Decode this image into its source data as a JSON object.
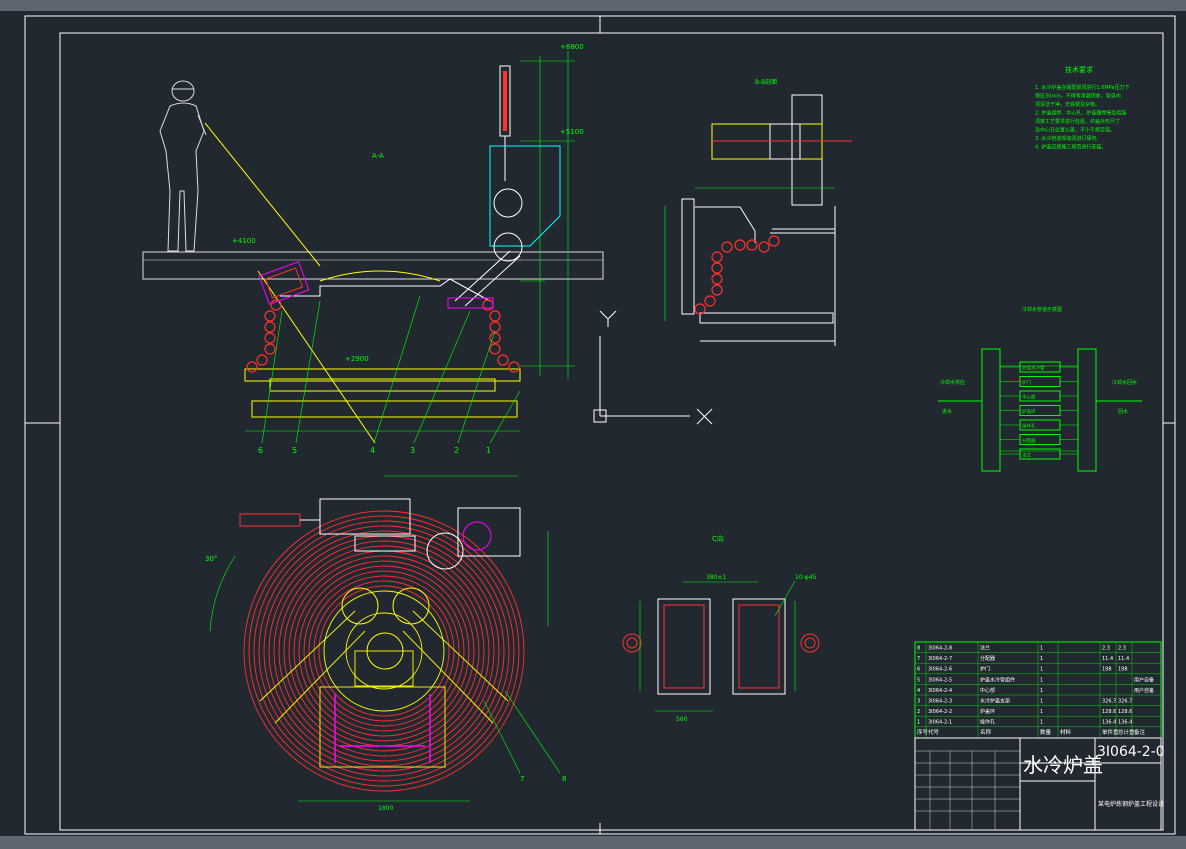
{
  "colors": {
    "background": "#212830",
    "frame": "#ffffff",
    "red": "#ff3030",
    "yellow": "#ffff00",
    "cyan": "#00ffff",
    "green": "#00ff00",
    "magenta": "#ff00ff"
  },
  "title_block": {
    "title": "水冷炉盖",
    "drawing_no": "3I064-2-0",
    "company": "某电炉炼钢炉盖工程设计"
  },
  "notes": {
    "heading": "技术要求",
    "lines": [
      "1. 水冷炉盖在装配前须进行1.0MPa压力下",
      "   保压30min，不得有渗漏现象，管道内",
      "   须清洁干净，无铁锈及杂物。",
      "2. 炉盖组焊、中心孔、炉盖圈焊接及组装",
      "   须按工艺要求进行检验，炉盖外形尺寸",
      "   及中心孔位置公差，不小于规定值。",
      "3. 水冷管道焊缝须进行探伤。",
      "4. 炉盖应按施工规范进行安装。"
    ]
  },
  "labels": {
    "section_aa": "A-A",
    "section_bb": "B-B剖面",
    "view_c": "C向",
    "flow_title": "冷却水管道示意图",
    "axis_y": "Y",
    "axis_x": "X"
  },
  "dimensions": {
    "d_top": "+6800",
    "d_mid": "+5100",
    "d_left": "+4100",
    "d_low": "+2900",
    "d_width": "1800",
    "d_c1": "380±1",
    "d_c2": "10-φ45",
    "d_c3": "560",
    "d_angle": "30°"
  },
  "part_markers": [
    "6",
    "5",
    "4",
    "3",
    "2",
    "1"
  ],
  "plan_markers": [
    "7",
    "8"
  ],
  "bom_header": [
    "序号",
    "代号",
    "名称",
    "数量",
    "材料",
    "单件重",
    "总计重",
    "备注"
  ],
  "bom_rows": [
    [
      "8",
      "3I064-2-8",
      "法兰",
      "1",
      "",
      "2.3",
      "2.3",
      ""
    ],
    [
      "7",
      "3I064-2-7",
      "分配器",
      "1",
      "",
      "11.4",
      "11.4",
      ""
    ],
    [
      "6",
      "3I064-2-6",
      "炉门",
      "1",
      "",
      "198",
      "198",
      ""
    ],
    [
      "5",
      "3I064-2-5",
      "炉盖水冷管组件",
      "1",
      "",
      "",
      "",
      "用户自备"
    ],
    [
      "4",
      "3I064-2-4",
      "中心部",
      "1",
      "",
      "",
      "",
      "用户自备"
    ],
    [
      "3",
      "3I064-2-3",
      "水冷炉盖支架",
      "1",
      "",
      "326.7",
      "326.7",
      ""
    ],
    [
      "2",
      "3I064-2-2",
      "炉盖环",
      "1",
      "",
      "128.6",
      "128.6",
      ""
    ],
    [
      "1",
      "3I064-2-1",
      "操作孔",
      "1",
      "",
      "136.4",
      "136.4",
      ""
    ]
  ],
  "flow": {
    "left_label": "冷却水供应",
    "left_sub": "进水",
    "right_label": "冷却水回水",
    "right_sub": "回水",
    "boxes": [
      "炉盖水冷管",
      "炉门",
      "中心部",
      "炉盖环",
      "操作孔",
      "分配器",
      "法兰"
    ]
  }
}
